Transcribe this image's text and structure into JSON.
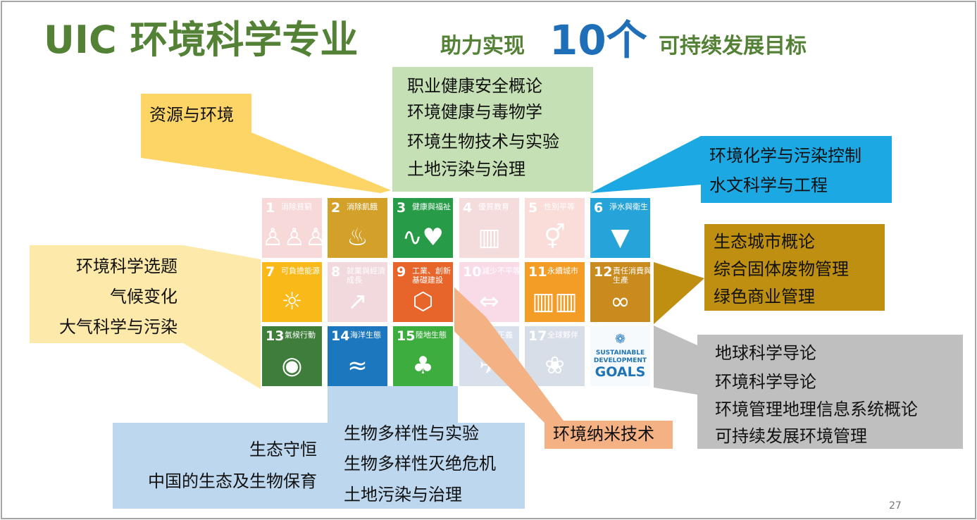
{
  "title": {
    "main": "UIC 环境科学专业",
    "sub1": "助力实现",
    "number": "10个",
    "sub2": "可持续发展目标"
  },
  "callouts": {
    "resources": [
      "资源与环境"
    ],
    "health": [
      "职业健康安全概论",
      "环境健康与毒物学",
      "环境生物技术与实验",
      "土地污染与治理"
    ],
    "water": [
      "环境化学与污染控制",
      "水文科学与工程"
    ],
    "city": [
      "生态城市概论",
      "综合固体废物管理",
      "绿色商业管理"
    ],
    "general": [
      "地球科学导论",
      "环境科学导论",
      "环境管理地理信息系统概论",
      "可持续发展环境管理"
    ],
    "climate": [
      "环境科学选题",
      "气候变化",
      "大气科学与污染"
    ],
    "ecology_left": [
      "生态守恒",
      "中国的生态及生物保育"
    ],
    "ecology_right": [
      "生物多样性与实验",
      "生物多样性灭绝危机",
      "土地污染与治理"
    ],
    "nano": [
      "环境纳米技术"
    ]
  },
  "tiles": [
    {
      "num": "1",
      "label": "消除貧窮",
      "icon": "people-icon",
      "glyph": "♙♙♙",
      "color": "#f7d9d9",
      "faded": true
    },
    {
      "num": "2",
      "label": "消除飢餓",
      "icon": "bowl-icon",
      "glyph": "♨",
      "color": "#d3a029",
      "faded": false
    },
    {
      "num": "3",
      "label": "健康與福祉",
      "icon": "heartbeat-icon",
      "glyph": "∿♥",
      "color": "#279b48",
      "faded": false
    },
    {
      "num": "4",
      "label": "優質教育",
      "icon": "book-icon",
      "glyph": "▥",
      "color": "#f4dcdc",
      "faded": true
    },
    {
      "num": "5",
      "label": "性別平等",
      "icon": "gender-icon",
      "glyph": "⚥",
      "color": "#fadcd8",
      "faded": true
    },
    {
      "num": "6",
      "label": "淨水與衛生",
      "icon": "water-icon",
      "glyph": "▼",
      "color": "#26a3d9",
      "faded": false
    },
    {
      "num": "7",
      "label": "可負擔能源",
      "icon": "sun-icon",
      "glyph": "☼",
      "color": "#f9b918",
      "faded": false
    },
    {
      "num": "8",
      "label": "就業與經濟成長",
      "icon": "growth-icon",
      "glyph": "↗",
      "color": "#f2d9de",
      "faded": true
    },
    {
      "num": "9",
      "label": "工業、創新基礎建設",
      "icon": "cubes-icon",
      "glyph": "⬡",
      "color": "#e7652a",
      "faded": false
    },
    {
      "num": "10",
      "label": "減少不平等",
      "icon": "equality-icon",
      "glyph": "⇔",
      "color": "#f9dbe7",
      "faded": true
    },
    {
      "num": "11",
      "label": "永續城市",
      "icon": "city-icon",
      "glyph": "▥▥",
      "color": "#f39c26",
      "faded": false
    },
    {
      "num": "12",
      "label": "責任消費與生產",
      "icon": "infinity-icon",
      "glyph": "∞",
      "color": "#c98a1e",
      "faded": false
    },
    {
      "num": "13",
      "label": "氣候行動",
      "icon": "eye-globe-icon",
      "glyph": "◉",
      "color": "#3f7e3a",
      "faded": false
    },
    {
      "num": "14",
      "label": "海洋生態",
      "icon": "fish-icon",
      "glyph": "≈",
      "color": "#1c77bf",
      "faded": false
    },
    {
      "num": "15",
      "label": "陸地生態",
      "icon": "tree-icon",
      "glyph": "♣",
      "color": "#3ead3f",
      "faded": false
    },
    {
      "num": "16",
      "label": "和平正義",
      "icon": "dove-icon",
      "glyph": "✈",
      "color": "#d8e0ec",
      "faded": true
    },
    {
      "num": "17",
      "label": "全球夥伴",
      "icon": "rings-icon",
      "glyph": "❀",
      "color": "#d8dee8",
      "faded": true
    }
  ],
  "sdg_logo": {
    "line1": "SUSTAINABLE",
    "line2": "DEVELOPMENT",
    "line3": "GOALS"
  },
  "page_number": "27"
}
